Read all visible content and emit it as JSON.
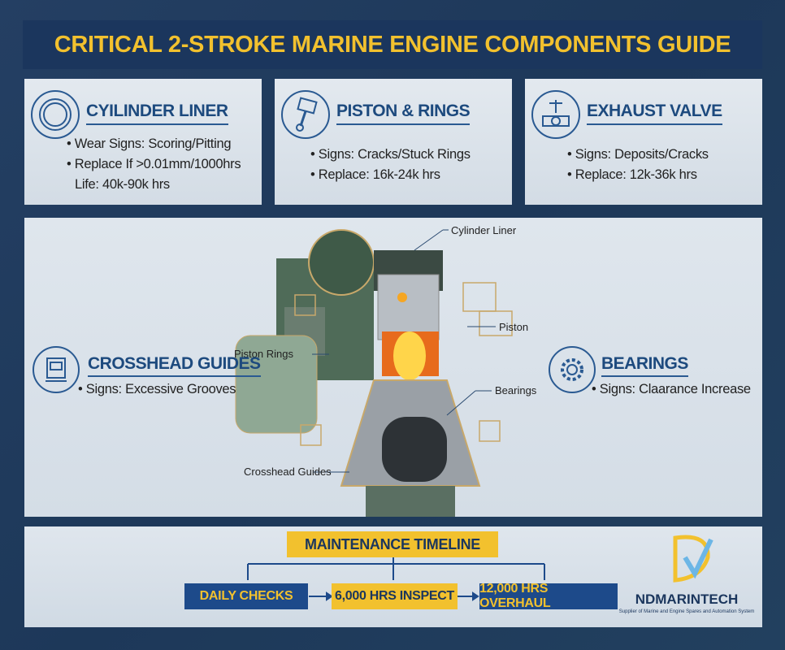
{
  "title": "CRITICAL 2-STROKE MARINE ENGINE COMPONENTS GUIDE",
  "cards": [
    {
      "title": "CYILINDER LINER",
      "icon": "cylinder-liner-icon",
      "lines": [
        "Wear Signs: Scoring/Pitting",
        "Replace If >0.01mm/1000hrs",
        "Life: 40k-90k hrs"
      ]
    },
    {
      "title": "PISTON & RINGS",
      "icon": "piston-icon",
      "lines": [
        "Signs: Cracks/Stuck Rings",
        "Replace: 16k-24k hrs"
      ]
    },
    {
      "title": "EXHAUST VALVE",
      "icon": "valve-icon",
      "lines": [
        "Signs: Deposits/Cracks",
        "Replace: 12k-36k hrs"
      ]
    }
  ],
  "side": {
    "crosshead": {
      "title": "CROSSHEAD GUIDES",
      "icon": "crosshead-icon",
      "line": "Signs: Excessive Grooves"
    },
    "bearings": {
      "title": "BEARINGS",
      "icon": "gear-icon",
      "line": "Signs: Claarance Increase"
    }
  },
  "diagram_labels": {
    "cylinder_liner": "Cylinder Liner",
    "piston": "Piston",
    "piston_rings": "Piston Rings",
    "bearings": "Bearings",
    "crosshead_guides": "Crosshead Guides"
  },
  "timeline": {
    "title": "MAINTENANCE TIMELINE",
    "steps": [
      "DAILY CHECKS",
      "6,000 HRS INSPECT",
      "12,000 HRS OVERHAUL"
    ]
  },
  "logo": {
    "name": "NDMARINTECH",
    "tagline": "Supplier of Marine and Engine Spares and Automation System"
  },
  "colors": {
    "navy": "#1b365d",
    "accent": "#f2c12e",
    "blue": "#1d4a8a"
  }
}
